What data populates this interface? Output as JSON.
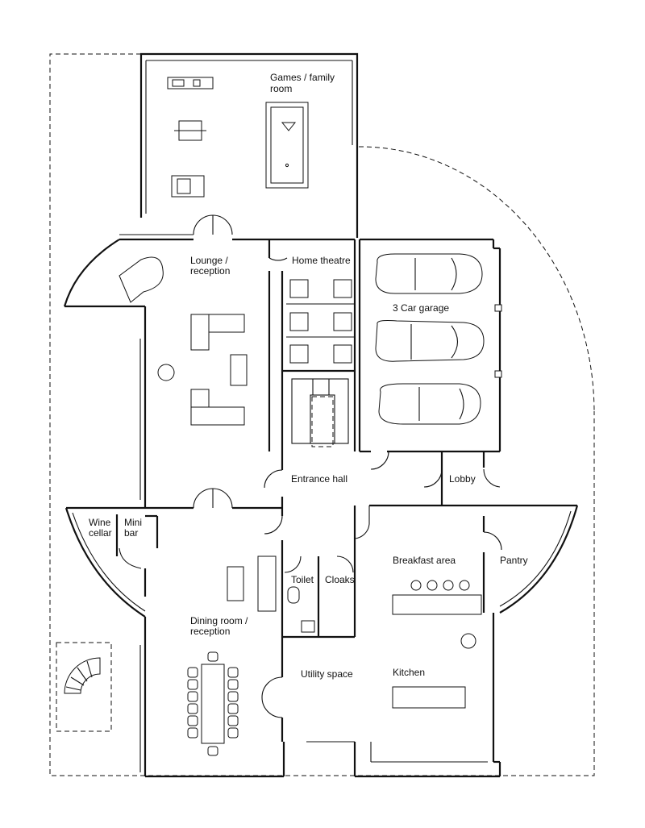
{
  "plan": {
    "rooms": {
      "games": [
        "Games / family",
        "room"
      ],
      "lounge": [
        "Lounge /",
        "reception"
      ],
      "home_theatre": "Home theatre",
      "garage": "3 Car garage",
      "entrance_hall": "Entrance hall",
      "lobby": "Lobby",
      "wine_cellar": [
        "Wine",
        "cellar"
      ],
      "mini_bar": [
        "Mini",
        "bar"
      ],
      "breakfast": "Breakfast area",
      "pantry": "Pantry",
      "toilet": "Toilet",
      "cloaks": "Cloaks",
      "dining": [
        "Dining room /",
        "reception"
      ],
      "utility": "Utility space",
      "kitchen": "Kitchen"
    }
  }
}
